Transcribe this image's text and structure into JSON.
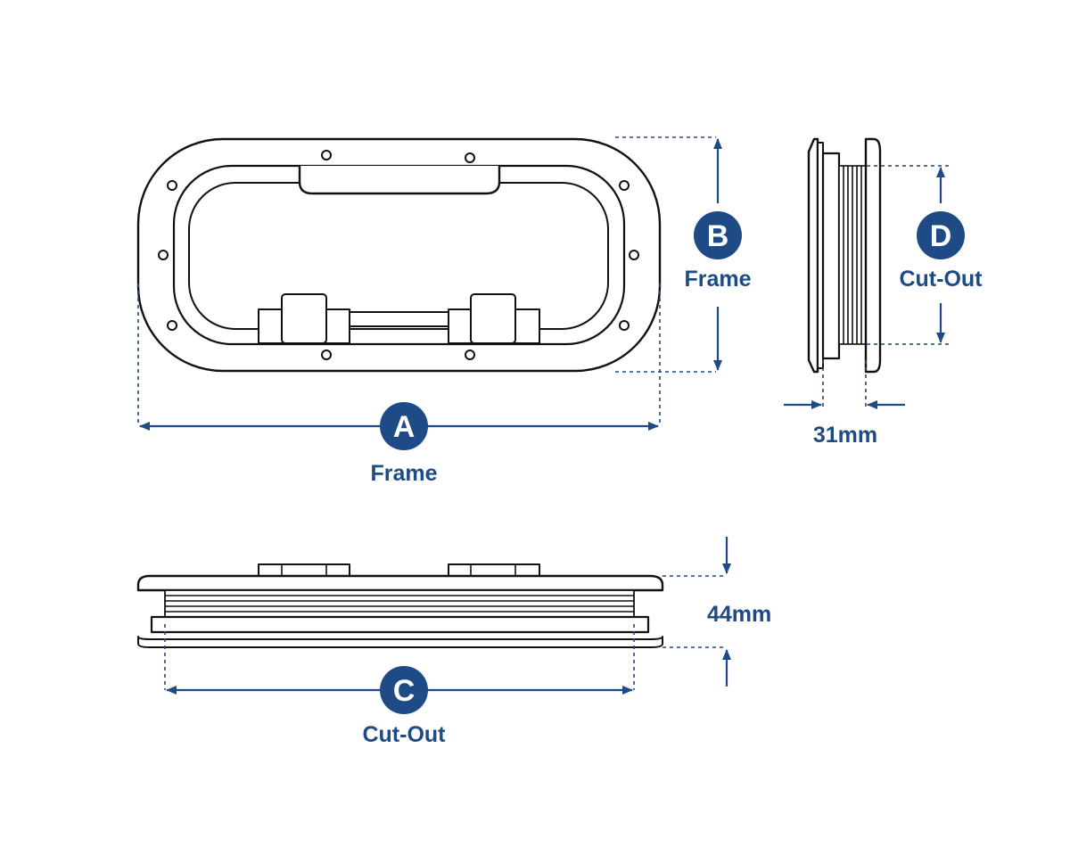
{
  "colors": {
    "accent": "#1e4a86",
    "line": "#111111",
    "background": "#ffffff"
  },
  "dimensions": {
    "a": {
      "letter": "A",
      "label": "Frame"
    },
    "b": {
      "letter": "B",
      "label": "Frame"
    },
    "c": {
      "letter": "C",
      "label": "Cut-Out"
    },
    "d": {
      "letter": "D",
      "label": "Cut-Out"
    },
    "thickness": {
      "label": "31mm"
    },
    "height": {
      "label": "44mm"
    }
  }
}
